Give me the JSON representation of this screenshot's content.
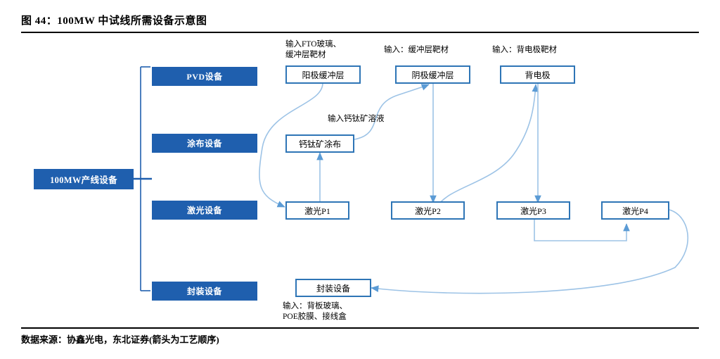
{
  "figure": {
    "title": "图 44：100MW 中试线所需设备示意图",
    "source": "数据来源：协鑫光电，东北证券(箭头为工艺顺序)"
  },
  "colors": {
    "fill_navy": "#1F5FAE",
    "outline_blue": "#2E75B6",
    "connector_blue": "#9DC3E6",
    "rule_black": "#000000"
  },
  "tree": {
    "root_label": "100MW产线设备",
    "categories": [
      {
        "id": "pvd",
        "label": "PVD设备"
      },
      {
        "id": "coating",
        "label": "涂布设备"
      },
      {
        "id": "laser",
        "label": "激光设备"
      },
      {
        "id": "packaging",
        "label": "封装设备"
      }
    ]
  },
  "process": {
    "steps": [
      {
        "id": "anode-buffer",
        "label": "阳极缓冲层"
      },
      {
        "id": "cathode-buffer",
        "label": "阴极缓冲层"
      },
      {
        "id": "back-electrode",
        "label": "背电极"
      },
      {
        "id": "perovskite-coat",
        "label": "钙钛矿涂布"
      },
      {
        "id": "laser-p1",
        "label": "激光P1"
      },
      {
        "id": "laser-p2",
        "label": "激光P2"
      },
      {
        "id": "laser-p3",
        "label": "激光P3"
      },
      {
        "id": "laser-p4",
        "label": "激光P4"
      },
      {
        "id": "encapsulation",
        "label": "封装设备"
      }
    ]
  },
  "annotations": {
    "anode_input": "输入FTO玻璃、\n缓冲层靶材",
    "cathode_input": "输入：缓冲层靶材",
    "back_electrode_input": "输入：背电极靶材",
    "perovskite_input": "输入钙钛矿溶液",
    "encapsulation_input": "输入：背板玻璃、\nPOE胶膜、接线盒"
  }
}
